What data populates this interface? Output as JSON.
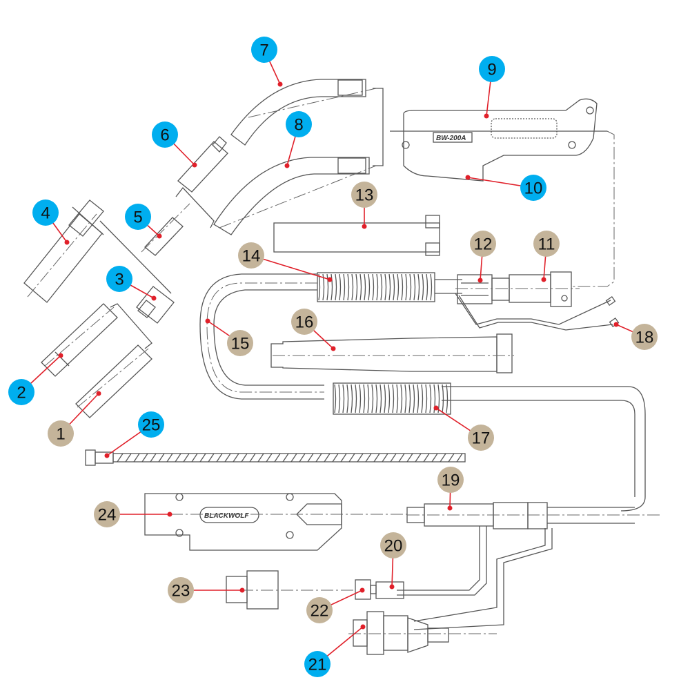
{
  "diagram": {
    "title": "MIG welding torch exploded parts diagram",
    "colors": {
      "badge_blue": "#00aeef",
      "badge_tan": "#c4b49a",
      "leader_red": "#e0202a",
      "line_gray": "#555555"
    },
    "handle_label": "BW-200A",
    "connector_label": "BLACKWOLF",
    "callouts": [
      {
        "id": "1",
        "text": "1",
        "style": "tan"
      },
      {
        "id": "2",
        "text": "2",
        "style": "blue"
      },
      {
        "id": "3",
        "text": "3",
        "style": "blue"
      },
      {
        "id": "4",
        "text": "4",
        "style": "blue"
      },
      {
        "id": "5",
        "text": "5",
        "style": "blue"
      },
      {
        "id": "6",
        "text": "6",
        "style": "blue"
      },
      {
        "id": "7",
        "text": "7",
        "style": "blue"
      },
      {
        "id": "8",
        "text": "8",
        "style": "blue"
      },
      {
        "id": "9",
        "text": "9",
        "style": "blue"
      },
      {
        "id": "10",
        "text": "10",
        "style": "blue"
      },
      {
        "id": "11",
        "text": "11",
        "style": "tan"
      },
      {
        "id": "12",
        "text": "12",
        "style": "tan"
      },
      {
        "id": "13",
        "text": "13",
        "style": "tan"
      },
      {
        "id": "14",
        "text": "14",
        "style": "tan"
      },
      {
        "id": "15",
        "text": "15",
        "style": "tan"
      },
      {
        "id": "16",
        "text": "16",
        "style": "tan"
      },
      {
        "id": "17",
        "text": "17",
        "style": "tan"
      },
      {
        "id": "18",
        "text": "18",
        "style": "tan"
      },
      {
        "id": "19",
        "text": "19",
        "style": "tan"
      },
      {
        "id": "20",
        "text": "20",
        "style": "tan"
      },
      {
        "id": "21",
        "text": "21",
        "style": "blue"
      },
      {
        "id": "22",
        "text": "22",
        "style": "tan"
      },
      {
        "id": "23",
        "text": "23",
        "style": "tan"
      },
      {
        "id": "24",
        "text": "24",
        "style": "tan"
      },
      {
        "id": "25",
        "text": "25",
        "style": "blue"
      }
    ]
  }
}
